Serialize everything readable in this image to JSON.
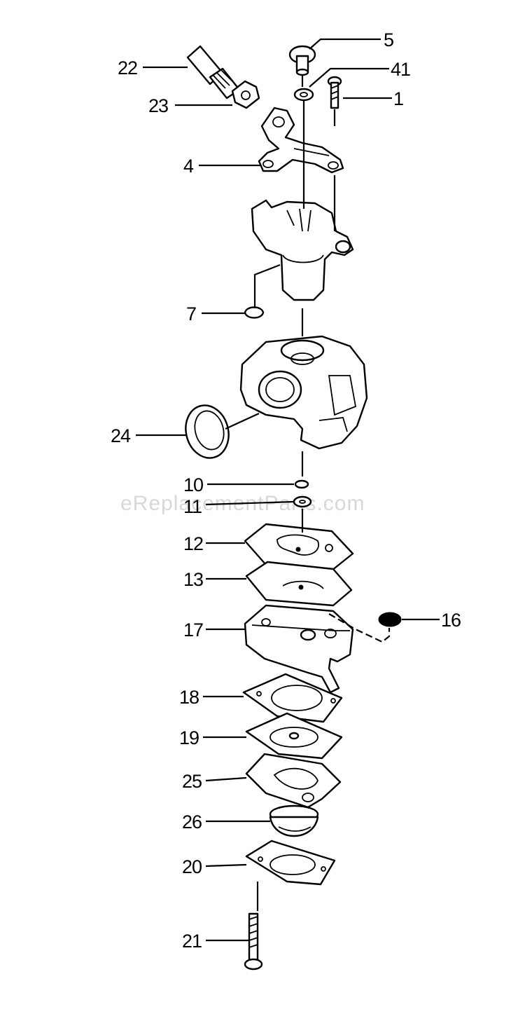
{
  "watermark": "eReplacementParts.com",
  "callouts": {
    "p22": "22",
    "p23": "23",
    "p5": "5",
    "p41": "41",
    "p1": "1",
    "p4": "4",
    "p7": "7",
    "p24": "24",
    "p10": "10",
    "p11": "11",
    "p12": "12",
    "p13": "13",
    "p16": "16",
    "p17": "17",
    "p18": "18",
    "p19": "19",
    "p25": "25",
    "p26": "26",
    "p20": "20",
    "p21": "21"
  }
}
